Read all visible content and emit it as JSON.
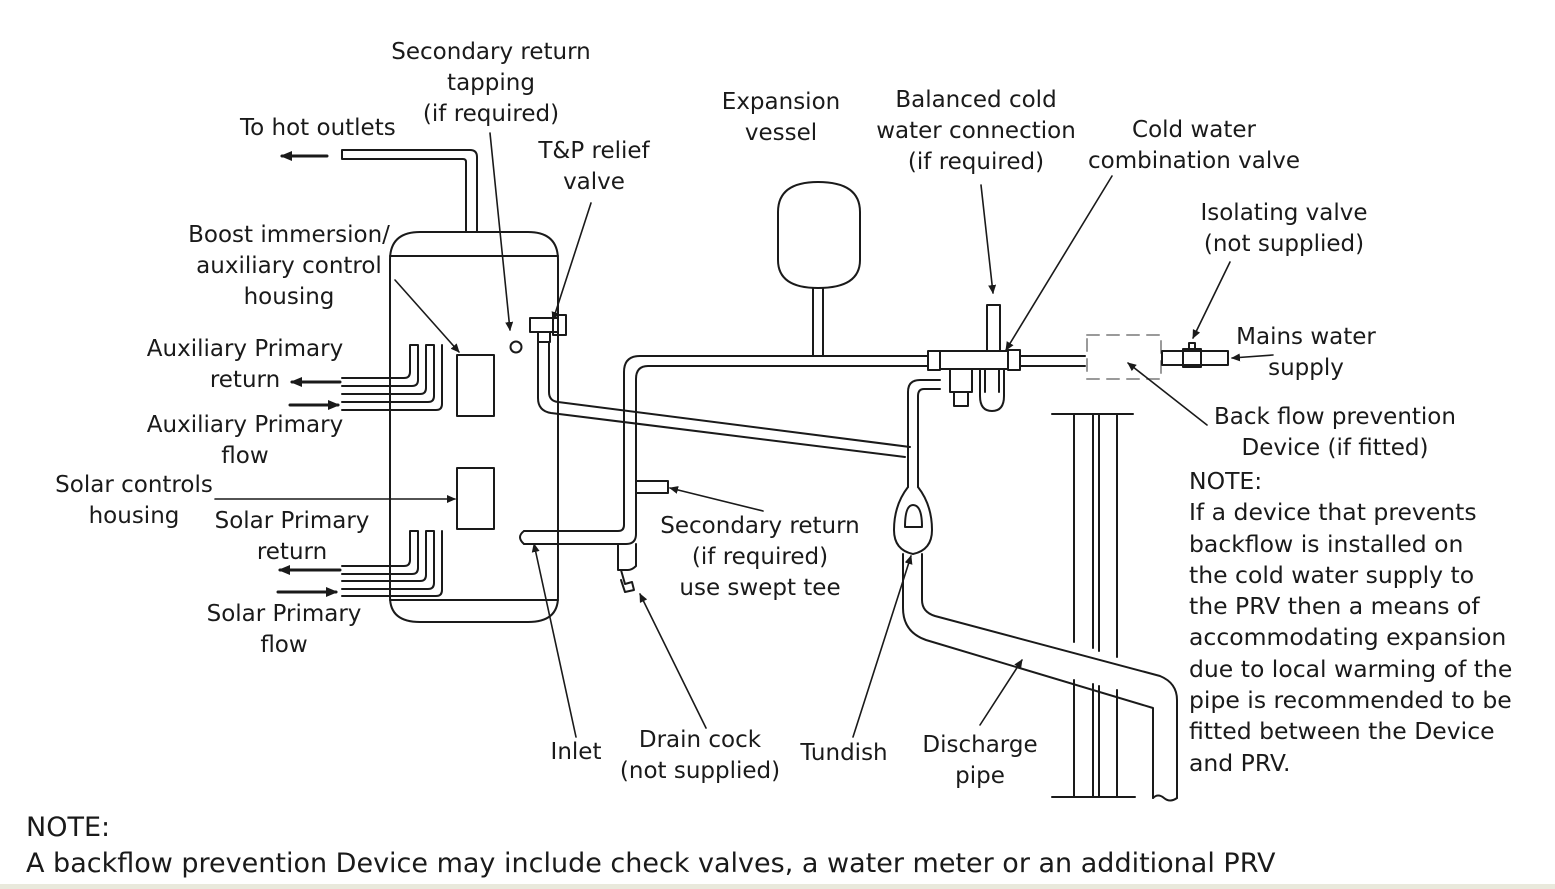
{
  "labels": {
    "secondary_return_tapping": [
      "Secondary return",
      "tapping",
      "(if required)"
    ],
    "to_hot_outlets": "To hot outlets",
    "tp_relief_valve": [
      "T&P relief",
      "valve"
    ],
    "expansion_vessel": [
      "Expansion",
      "vessel"
    ],
    "balanced_cold": [
      "Balanced cold",
      "water connection",
      "(if required)"
    ],
    "cold_water_combination_valve": [
      "Cold water",
      "combination valve"
    ],
    "isolating_valve": [
      "Isolating valve",
      "(not supplied)"
    ],
    "boost_immersion": [
      "Boost immersion/",
      "auxiliary control",
      "housing"
    ],
    "mains_water_supply": [
      "Mains water",
      "supply"
    ],
    "auxiliary_primary_return": [
      "Auxiliary Primary",
      "return"
    ],
    "auxiliary_primary_flow": [
      "Auxiliary Primary",
      "flow"
    ],
    "back_flow_prevention": [
      "Back flow prevention",
      "Device (if fitted)"
    ],
    "solar_controls_housing": [
      "Solar controls",
      "housing"
    ],
    "solar_primary_return": [
      "Solar Primary",
      "return"
    ],
    "solar_primary_flow": [
      "Solar Primary",
      "flow"
    ],
    "secondary_return_swept": [
      "Secondary return",
      "(if required)",
      "use swept tee"
    ],
    "inlet": "Inlet",
    "drain_cock": [
      "Drain cock",
      "(not supplied)"
    ],
    "tundish": "Tundish",
    "discharge_pipe": [
      "Discharge",
      "pipe"
    ]
  },
  "side_note": {
    "heading": "NOTE:",
    "lines": [
      "If a device that prevents",
      "backflow is installed on",
      "the cold water supply to",
      "the PRV then a means of",
      "accommodating expansion",
      "due to local warming of the",
      "pipe is recommended to be",
      "fitted between the Device",
      "and PRV."
    ]
  },
  "bottom_note": {
    "heading": "NOTE:",
    "text": "A backflow prevention Device may include check valves, a water meter or an additional PRV"
  },
  "colors": {
    "line": "#1a1a1a",
    "dashed_device": "#9a9a9a",
    "bottom_bar": "#e9e9dc"
  }
}
